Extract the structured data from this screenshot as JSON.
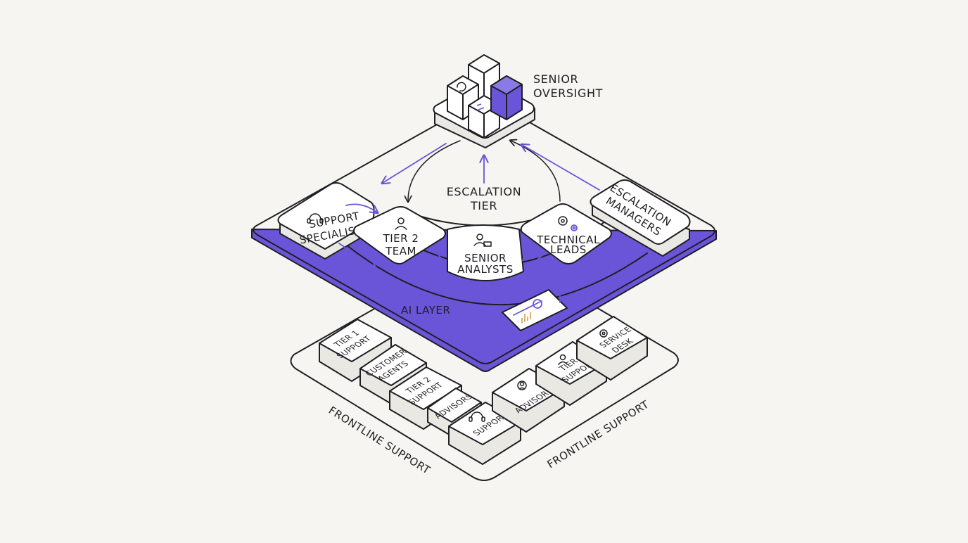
{
  "colors": {
    "background": "#f6f5f1",
    "ink": "#1f1f24",
    "accent": "#6a55d8",
    "card": "#ffffff"
  },
  "labels": {
    "senior_oversight_1": "SENIOR",
    "senior_oversight_2": "OVERSIGHT",
    "escalation_tier_1": "ESCALATION",
    "escalation_tier_2": "TIER",
    "ai_layer": "AI LAYER",
    "frontline_left": "FRONTLINE SUPPORT",
    "frontline_right": "FRONTLINE SUPPORT"
  },
  "mid_cards": {
    "support_specialists": {
      "line1": "SUPPORT",
      "line2": "SPECIALISTS",
      "icon": "headset-icon"
    },
    "tier2_team": {
      "line1": "TIER 2",
      "line2": "TEAM",
      "icon": "person-icon"
    },
    "senior_analysts": {
      "line1": "SENIOR",
      "line2": "ANALYSTS",
      "icon": "person-laptop-icon"
    },
    "technical_leads": {
      "line1": "TECHNICAL",
      "line2": "LEADS",
      "icon": "gears-icon"
    },
    "escalation_managers": {
      "line1": "ESCALATION",
      "line2": "MANAGERS"
    }
  },
  "bottom_blocks": {
    "b1": {
      "line1": "TIER 1",
      "line2": "SUPPORT"
    },
    "b2": {
      "line1": "CUSTOMER",
      "line2": "AGENTS"
    },
    "b3": {
      "line1": "TIER 2",
      "line2": "SUPPORT"
    },
    "b4": {
      "line1": "ADVISORS"
    },
    "b5": {
      "line1": "SUPPORT",
      "icon": "headset-icon"
    },
    "b6": {
      "line1": "ADVISORS",
      "icon": "people-icon"
    },
    "b7": {
      "line1": "TIER 1",
      "line2": "SUPPORT",
      "icon": "person-icon"
    },
    "b8": {
      "line1": "SERVICE",
      "line2": "DESK",
      "icon": "gears-icon"
    }
  },
  "icons": {
    "ai_chip": "ai-chip-icon",
    "dashboard": "dashboard-card-icon",
    "cube_sync": "sync-icon",
    "cube_chart": "chart-icon"
  }
}
